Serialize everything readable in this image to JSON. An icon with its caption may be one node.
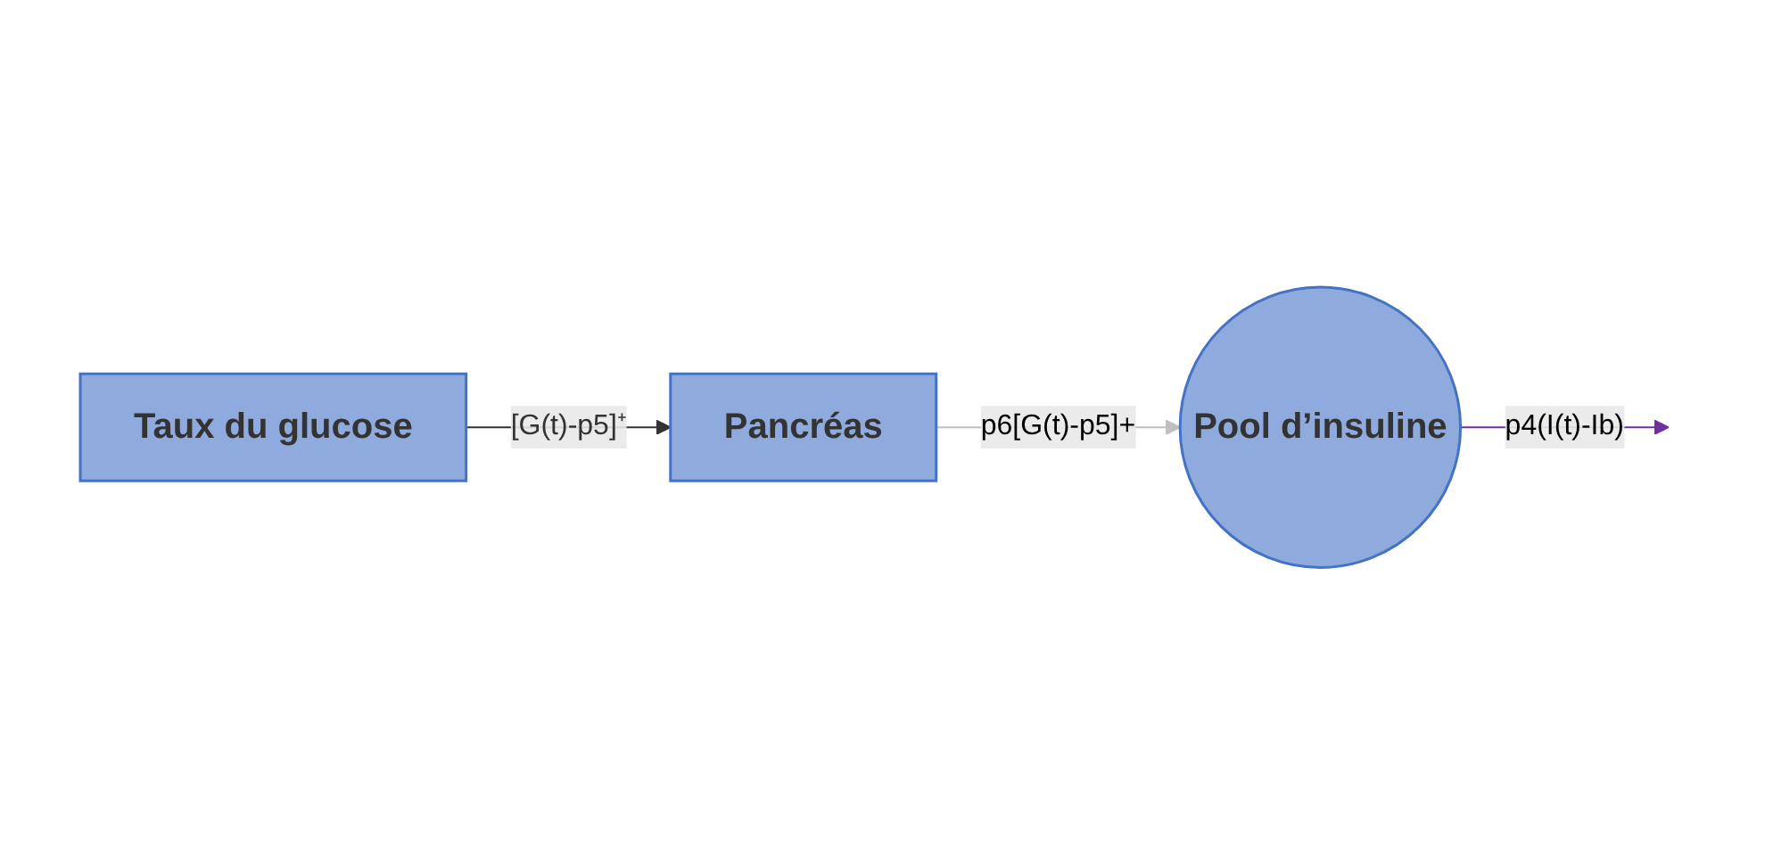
{
  "diagram": {
    "nodes": [
      {
        "text": [
          "Taux du glucose"
        ]
      },
      {
        "text": [
          "Pancréas"
        ]
      },
      {
        "text": [
          "Pool d’insuline"
        ]
      }
    ],
    "edges": [
      {
        "from": 0,
        "to": 1,
        "arrow": "to",
        "label": "[G(t)-p5]⁺"
      },
      {
        "from": 1,
        "to": 2,
        "arrow": "to",
        "label": "p6[G(t)-p5]+",
        "color": "#bfbfbf"
      },
      {
        "from": 2,
        "to": null,
        "arrow": "to",
        "label": "p4(I(t)-Ib)",
        "color": "#7030a0"
      }
    ]
  }
}
